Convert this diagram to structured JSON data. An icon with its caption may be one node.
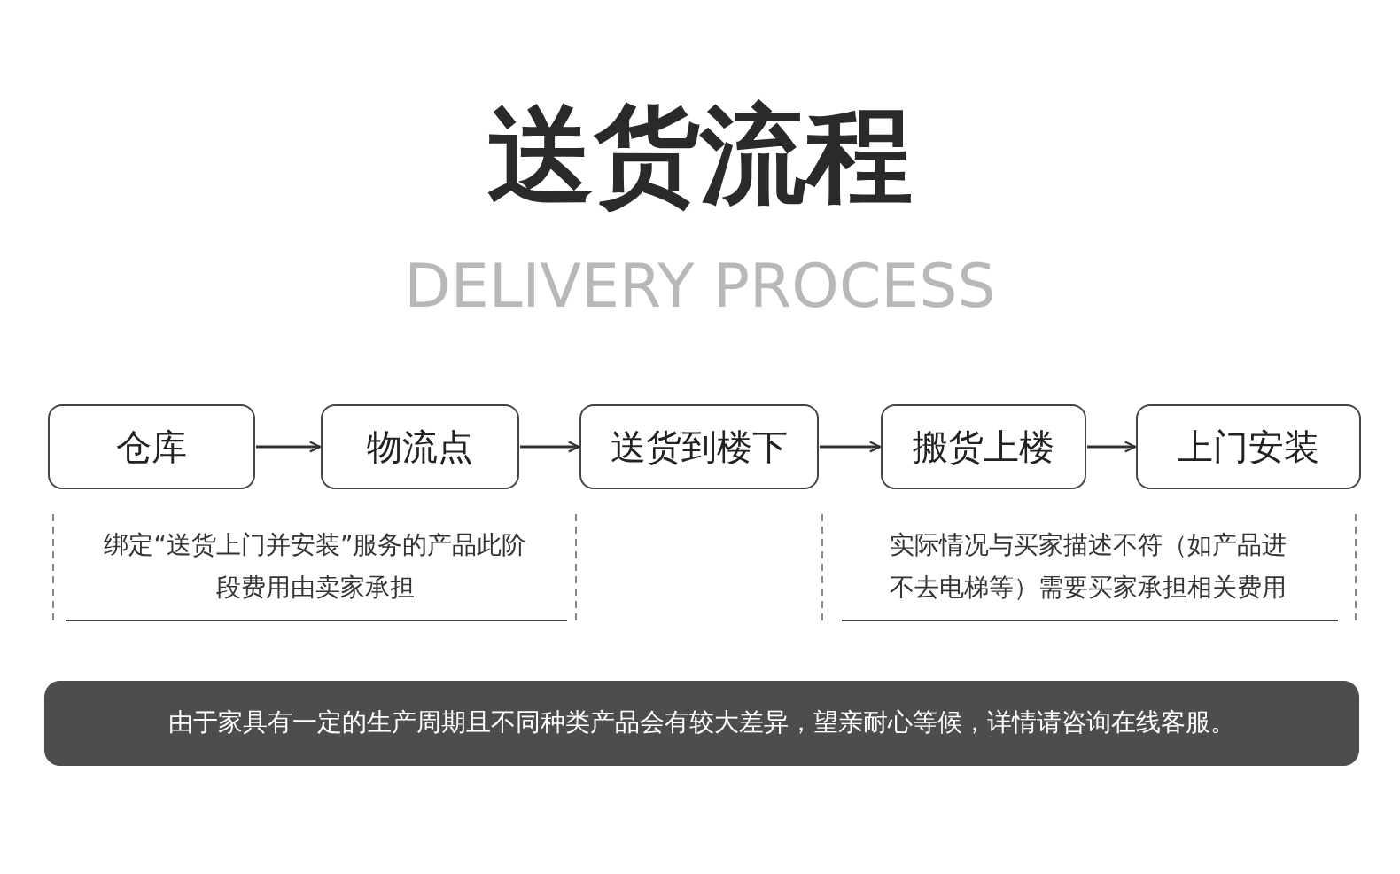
{
  "diagram": {
    "title": "送货流程",
    "nodes": [
      {
        "text": [
          "仓库"
        ]
      },
      {
        "text": [
          "物流点"
        ]
      },
      {
        "text": [
          "送货到楼下"
        ]
      },
      {
        "text": [
          "搬货上楼"
        ]
      },
      {
        "text": [
          "上门安装"
        ]
      },
      {
        "text": [
          "由于家具有一定的生产周期且不同种类产品会有较大差异，望亲耐心等候，详情请咨询在线客服。"
        ]
      }
    ],
    "edges": [
      {
        "from": 0,
        "to": 1,
        "arrow": "to"
      },
      {
        "from": 1,
        "to": 2,
        "arrow": "to"
      },
      {
        "from": 2,
        "to": 3,
        "arrow": "to"
      },
      {
        "from": 3,
        "to": 4,
        "arrow": "to"
      }
    ],
    "labels": [
      "DELIVERY PROCESS",
      "绑定“送货上门并安装”服务的产品此阶段费用由卖家承担",
      "实际情况与买家描述不符（如产品进不去电梯等）需要买家承担相关费用"
    ]
  }
}
